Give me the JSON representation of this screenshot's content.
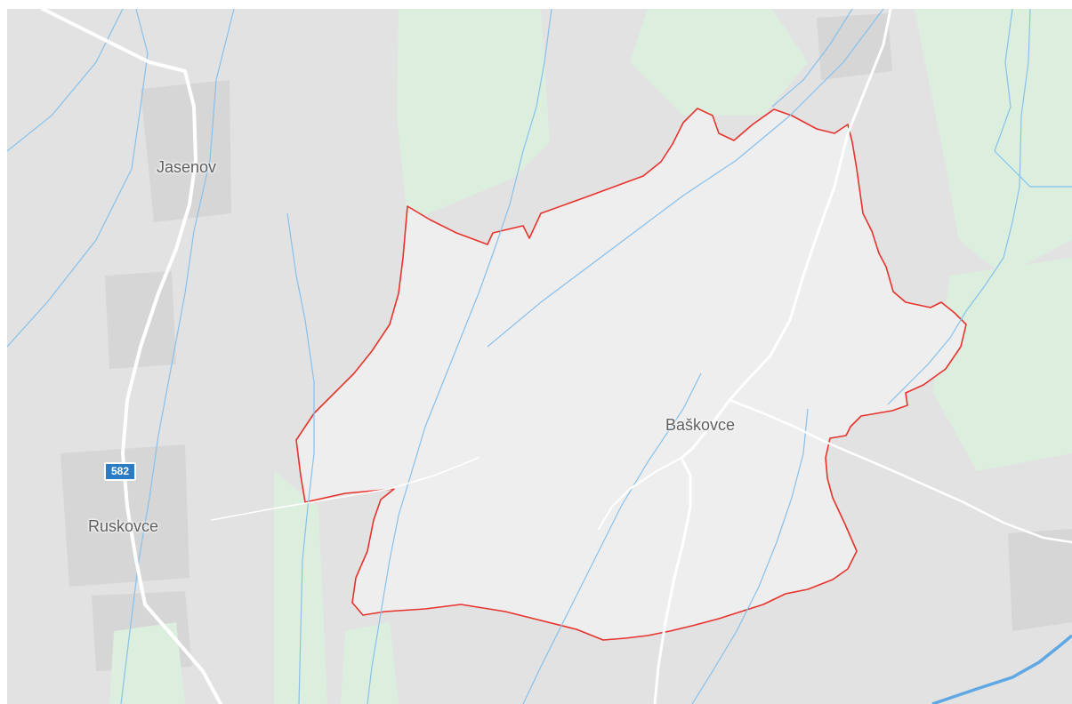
{
  "map": {
    "colors": {
      "land": "#e2e2e2",
      "settlement_blocks": "#d6d6d6",
      "vegetation": "#dcefdf",
      "water": "#86c1ec",
      "major_river": "#5fa8e4",
      "roads": "#ffffff",
      "highlighted_area_fill": "#efeeee",
      "highlighted_area_border": "#e8322c",
      "labels": "#5f5f5f",
      "route_shield": "#2b7cc4"
    },
    "labels": {
      "jasenov": "Jasenov",
      "ruskovce": "Ruskovce",
      "baskovce": "Baškovce"
    },
    "route_shield": {
      "number": "582",
      "icon": "road-number-shield"
    },
    "highlighted_area": {
      "name": "Baškovce",
      "style": "red outline boundary"
    }
  }
}
